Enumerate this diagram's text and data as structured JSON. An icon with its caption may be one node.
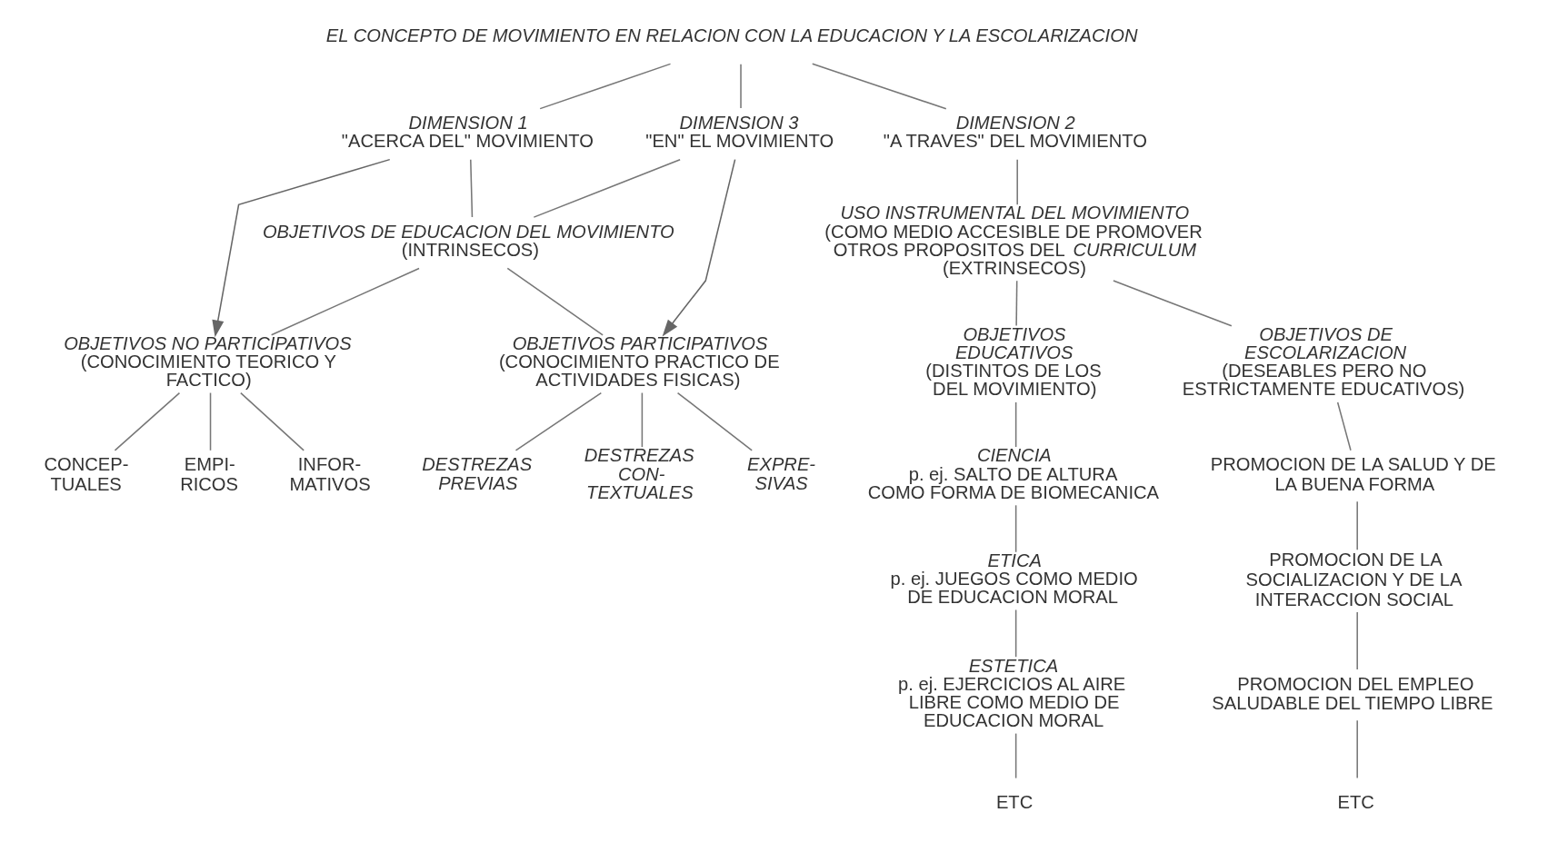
{
  "diagram": {
    "nodes": [
      {
        "text": [
          "EL CONCEPTO DE MOVIMIENTO EN RELACION CON LA EDUCACION Y LA ESCOLARIZACION"
        ]
      },
      {
        "text": [
          "DIMENSION 1",
          "\"ACERCA DEL\" MOVIMIENTO"
        ]
      },
      {
        "text": [
          "DIMENSION 3",
          "\"EN\" EL MOVIMIENTO"
        ]
      },
      {
        "text": [
          "DIMENSION 2",
          "\"A TRAVES\" DEL MOVIMIENTO"
        ]
      },
      {
        "text": [
          "*OBJETIVOS DE EDUCACION DEL MOVIMIENTO* (INTRINSECOS)"
        ]
      },
      {
        "text": [
          "USO INSTRUMENTAL DEL MOVIMIENTO",
          "(COMO MEDIO ACCESIBLE DE PROMOVER OTROS PROPOSITOS DEL *CURRICULUM* (EXTRINSECOS)"
        ]
      },
      {
        "text": [
          "OBJETIVOS NO PARTICIPATIVOS",
          "(CONOCIMIENTO TEORICO Y FACTICO)"
        ]
      },
      {
        "text": [
          "OBJETIVOS PARTICIPATIVOS",
          "(CONOCIMIENTO PRACTICO DE ACTIVIDADES FISICAS)"
        ]
      },
      {
        "text": [
          "OBJETIVOS EDUCATIVOS",
          "(DISTINTOS DE LOS DEL MOVIMIENTO)"
        ]
      },
      {
        "text": [
          "OBJETIVOS DE ESCOLARIZACION",
          "(DESEABLES PERO NO ESTRICTAMENTE EDUCATIVOS)"
        ]
      },
      {
        "text": [
          "CONCEP- TUALES"
        ]
      },
      {
        "text": [
          "EMPI- RICOS"
        ]
      },
      {
        "text": [
          "INFOR- MATIVOS"
        ]
      },
      {
        "text": [
          "DESTREZAS PREVIAS"
        ]
      },
      {
        "text": [
          "DESTREZAS CON- TEXTUALES"
        ]
      },
      {
        "text": [
          "EXPRE- SIVAS"
        ]
      },
      {
        "text": [
          "CIENCIA",
          "p. ej. SALTO DE ALTURA COMO FORMA DE BIOMECANICA"
        ]
      },
      {
        "text": [
          "ETICA",
          "p. ej. JUEGOS COMO MEDIO DE EDUCACION MORAL"
        ]
      },
      {
        "text": [
          "ESTETICA",
          "p. ej. EJERCICIOS AL AIRE LIBRE COMO MEDIO DE EDUCACION MORAL"
        ]
      },
      {
        "text": [
          "ETC"
        ]
      },
      {
        "text": [
          "PROMOCION DE LA SALUD Y DE LA BUENA FORMA"
        ]
      },
      {
        "text": [
          "PROMOCION DE LA SOCIALIZACION Y DE LA INTERACCION SOCIAL"
        ]
      },
      {
        "text": [
          "PROMOCION DEL EMPLEO SALUDABLE DEL TIEMPO LIBRE"
        ]
      },
      {
        "text": [
          "ETC"
        ]
      }
    ],
    "edges": [
      {
        "from": 0,
        "to": 1,
        "arrow": "none"
      },
      {
        "from": 0,
        "to": 2,
        "arrow": "none"
      },
      {
        "from": 0,
        "to": 3,
        "arrow": "none"
      },
      {
        "from": 1,
        "to": 4,
        "arrow": "none"
      },
      {
        "from": 2,
        "to": 4,
        "arrow": "none"
      },
      {
        "from": 1,
        "to": 6,
        "arrow": "to"
      },
      {
        "from": 2,
        "to": 7,
        "arrow": "to"
      },
      {
        "from": 4,
        "to": 6,
        "arrow": "none"
      },
      {
        "from": 4,
        "to": 7,
        "arrow": "none"
      },
      {
        "from": 3,
        "to": 5,
        "arrow": "none"
      },
      {
        "from": 5,
        "to": 8,
        "arrow": "none"
      },
      {
        "from": 5,
        "to": 9,
        "arrow": "none"
      },
      {
        "from": 6,
        "to": 10,
        "arrow": "none"
      },
      {
        "from": 6,
        "to": 11,
        "arrow": "none"
      },
      {
        "from": 6,
        "to": 12,
        "arrow": "none"
      },
      {
        "from": 7,
        "to": 13,
        "arrow": "none"
      },
      {
        "from": 7,
        "to": 14,
        "arrow": "none"
      },
      {
        "from": 7,
        "to": 15,
        "arrow": "none"
      },
      {
        "from": 8,
        "to": 16,
        "arrow": "none"
      },
      {
        "from": 16,
        "to": 17,
        "arrow": "none"
      },
      {
        "from": 17,
        "to": 18,
        "arrow": "none"
      },
      {
        "from": 18,
        "to": 19,
        "arrow": "none"
      },
      {
        "from": 9,
        "to": 20,
        "arrow": "none"
      },
      {
        "from": 20,
        "to": 21,
        "arrow": "none"
      },
      {
        "from": 21,
        "to": 22,
        "arrow": "none"
      },
      {
        "from": 22,
        "to": 23,
        "arrow": "none"
      }
    ]
  }
}
